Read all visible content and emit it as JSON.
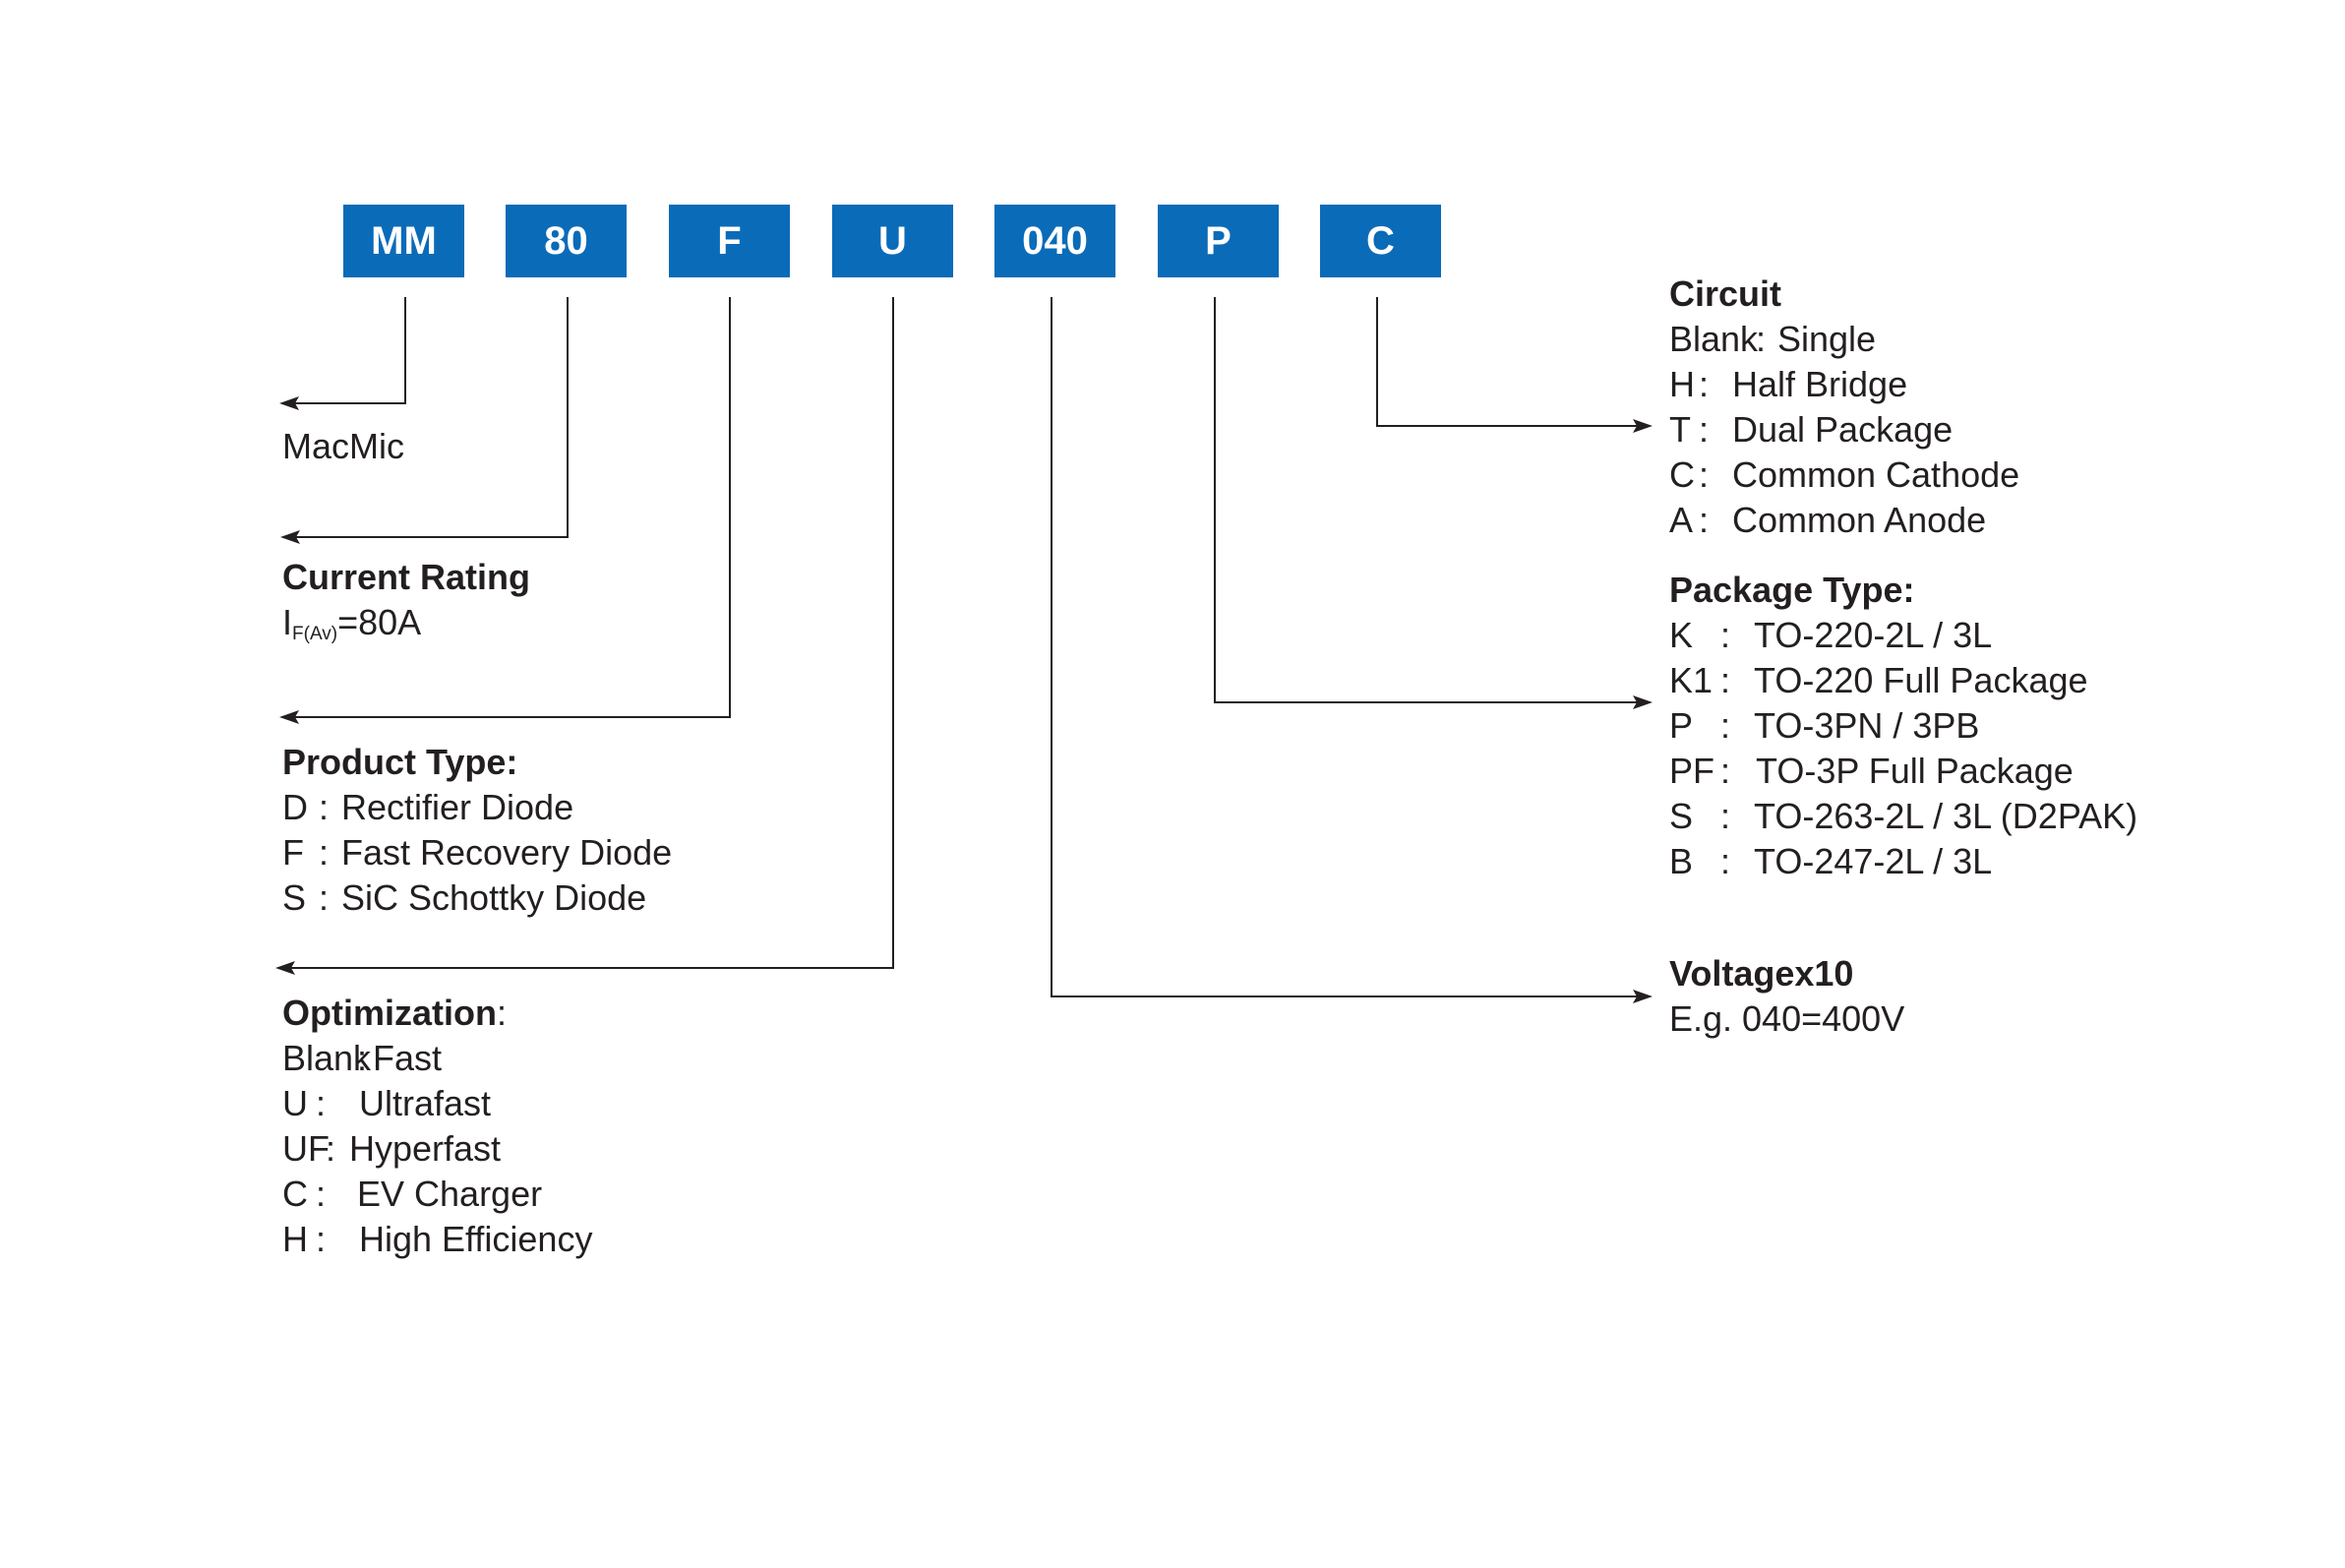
{
  "code_boxes": [
    {
      "id": "mm",
      "label": "MM"
    },
    {
      "id": "current",
      "label": "80"
    },
    {
      "id": "product",
      "label": "F"
    },
    {
      "id": "optimization",
      "label": "U"
    },
    {
      "id": "voltage",
      "label": "040"
    },
    {
      "id": "package",
      "label": "P"
    },
    {
      "id": "circuit",
      "label": "C"
    }
  ],
  "legend_left": {
    "macmic": {
      "text": "MacMic"
    },
    "current_rating": {
      "title": "Current Rating",
      "symbol": "I",
      "symbol_sub": "F(Av)",
      "value": "=80A"
    },
    "product_type": {
      "title": "Product Type:",
      "items": [
        {
          "key": "D",
          "sep": ":",
          "text": "Rectifier Diode"
        },
        {
          "key": "F",
          "sep": ":",
          "text": "Fast Recovery Diode"
        },
        {
          "key": "S",
          "sep": ":",
          "text": "SiC Schottky Diode"
        }
      ]
    },
    "optimization": {
      "title": "Optimization",
      "title_suffix": ":",
      "items": [
        {
          "key": "Blank",
          "sep": ":",
          "text": "Fast"
        },
        {
          "key": "U",
          "sep": ":",
          "text": "Ultrafast"
        },
        {
          "key": "UF",
          "sep": ":",
          "text": "Hyperfast"
        },
        {
          "key": "C",
          "sep": ":",
          "text": "EV Charger"
        },
        {
          "key": "H",
          "sep": ":",
          "text": "High Efficiency"
        }
      ]
    }
  },
  "legend_right": {
    "circuit": {
      "title": "Circuit",
      "items": [
        {
          "key": "Blank",
          "sep": ":",
          "text": "Single"
        },
        {
          "key": "H",
          "sep": ":",
          "text": "Half Bridge"
        },
        {
          "key": "T",
          "sep": ":",
          "text": "Dual Package"
        },
        {
          "key": "C",
          "sep": ":",
          "text": "Common Cathode"
        },
        {
          "key": "A",
          "sep": ":",
          "text": "Common Anode"
        }
      ]
    },
    "package_type": {
      "title": "Package Type:",
      "items": [
        {
          "key": "K",
          "sep": ":",
          "text": "TO-220-2L / 3L"
        },
        {
          "key": "K1",
          "sep": ":",
          "text": "TO-220 Full Package"
        },
        {
          "key": "P",
          "sep": ":",
          "text": "TO-3PN / 3PB"
        },
        {
          "key": "PF",
          "sep": ":",
          "text": "TO-3P Full Package"
        },
        {
          "key": "S",
          "sep": ":",
          "text": "TO-263-2L / 3L (D2PAK)"
        },
        {
          "key": "B",
          "sep": ":",
          "text": "TO-247-2L / 3L"
        }
      ]
    },
    "voltage": {
      "title": "Voltagex10",
      "text": "E.g. 040=400V"
    }
  },
  "colors": {
    "box_fill": "#0a6bb8",
    "box_text": "#ffffff",
    "text": "#231f20",
    "line": "#231f20"
  }
}
